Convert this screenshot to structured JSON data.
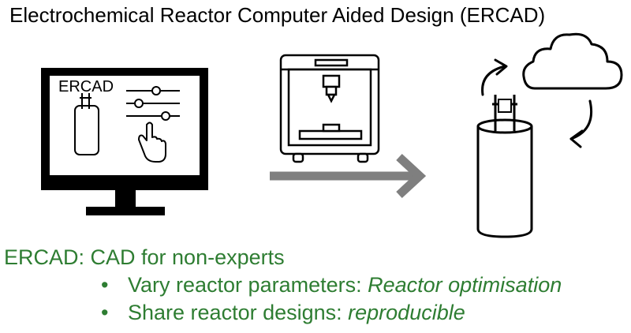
{
  "title": "Electrochemical Reactor Computer Aided Design (ERCAD)",
  "monitor": {
    "screen_label": "ERCAD"
  },
  "icons": [
    "monitor-icon",
    "reactor-icon",
    "slider-icon",
    "hand-pointer-icon",
    "3d-printer-icon",
    "arrow-right-icon",
    "cloud-icon",
    "cycle-arrow-icon"
  ],
  "colors": {
    "green_text": "#2e7d32",
    "arrow_gray": "#7f7f7f",
    "outline": "#000000"
  },
  "summary": {
    "heading": "ERCAD: CAD for non-experts",
    "bullets": [
      {
        "bullet": "•",
        "text": "Vary reactor parameters: ",
        "emphasis": "Reactor optimisation"
      },
      {
        "bullet": "•",
        "text": "Share reactor designs: ",
        "emphasis": "reproducible"
      }
    ]
  }
}
